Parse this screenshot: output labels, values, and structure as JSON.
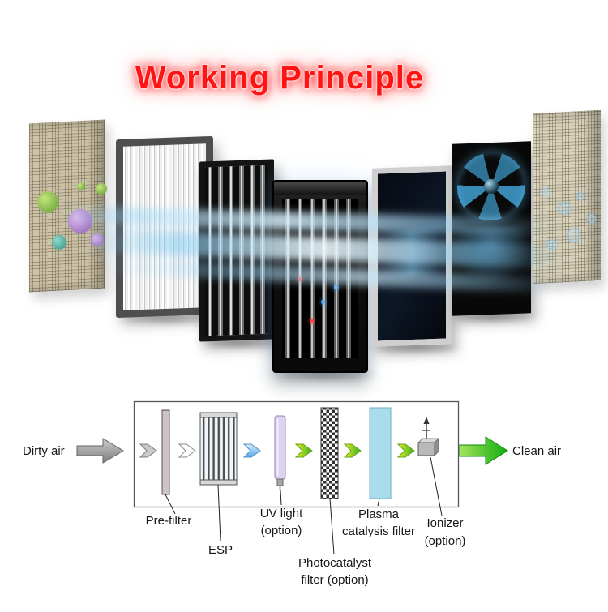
{
  "title": "Working Principle",
  "flow_diagram": {
    "input_label": "Dirty air",
    "output_label": "Clean air",
    "labels": {
      "pre_filter": "Pre-filter",
      "esp": "ESP",
      "uv_light_1": "UV light",
      "uv_light_2": "(option)",
      "photocatalyst_1": "Photocatalyst",
      "photocatalyst_2": "filter (option)",
      "plasma_1": "Plasma",
      "plasma_2": "catalysis filter",
      "ionizer_1": "Ionizer",
      "ionizer_2": "(option)"
    }
  },
  "colors": {
    "title_red": "#ff1414",
    "plasma_filter_blue": "#a9dcec",
    "uv_tube_purple": "#ddd2f0",
    "clean_air_green": "#0fae10",
    "flow_chevron_blue": "#58a7e8",
    "flow_chevron_yellow_green": "#9ed020",
    "dirty_air_gray": "#9a9a9a"
  },
  "illustration": {
    "stages": [
      "mesh-pre-filter",
      "pleated-filter",
      "esp-collector",
      "uv-lamp-module",
      "photocatalyst-panel",
      "fan",
      "ion-mesh"
    ]
  }
}
